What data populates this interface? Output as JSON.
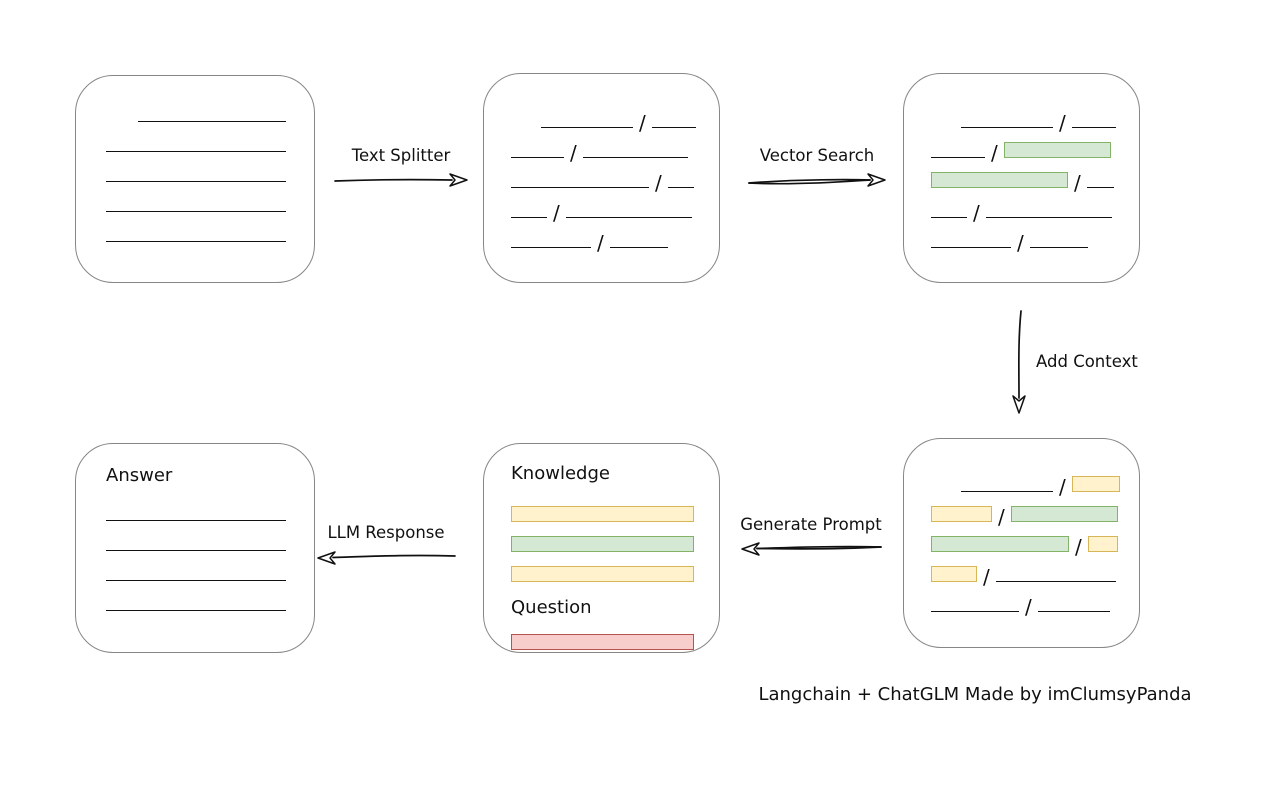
{
  "caption": "Langchain + ChatGLM Made by imClumsyPanda",
  "arrows": {
    "text_splitter": {
      "label": "Text Splitter"
    },
    "vector_search": {
      "label": "Vector Search"
    },
    "add_context": {
      "label": "Add Context"
    },
    "generate_prompt": {
      "label": "Generate Prompt"
    },
    "llm_response": {
      "label": "LLM Response"
    }
  },
  "colors": {
    "line": "#111111",
    "box_border": "#868686",
    "green_fill": "#d5e8d4",
    "green_border": "#82b366",
    "yellow_fill": "#fff2cc",
    "yellow_border": "#d6b656",
    "red_fill": "#f8cecc",
    "red_border": "#b85450"
  },
  "boxes": {
    "document": {
      "rows": [
        [
          {
            "t": "indent",
            "w": 32
          },
          {
            "t": "line",
            "w": 148
          }
        ],
        [
          {
            "t": "line",
            "w": 180
          }
        ],
        [
          {
            "t": "line",
            "w": 180
          }
        ],
        [
          {
            "t": "line",
            "w": 180
          }
        ],
        [
          {
            "t": "line",
            "w": 180
          }
        ]
      ]
    },
    "chunks": {
      "rows": [
        [
          {
            "t": "indent",
            "w": 30
          },
          {
            "t": "line",
            "w": 92
          },
          {
            "t": "slash"
          },
          {
            "t": "line",
            "w": 44
          }
        ],
        [
          {
            "t": "line",
            "w": 53
          },
          {
            "t": "slash"
          },
          {
            "t": "line",
            "w": 105
          }
        ],
        [
          {
            "t": "line",
            "w": 138
          },
          {
            "t": "slash"
          },
          {
            "t": "line",
            "w": 26
          }
        ],
        [
          {
            "t": "line",
            "w": 36
          },
          {
            "t": "slash"
          },
          {
            "t": "line",
            "w": 126
          }
        ],
        [
          {
            "t": "line",
            "w": 80
          },
          {
            "t": "slash"
          },
          {
            "t": "line",
            "w": 58
          }
        ]
      ]
    },
    "matched": {
      "rows": [
        [
          {
            "t": "indent",
            "w": 30
          },
          {
            "t": "line",
            "w": 92
          },
          {
            "t": "slash"
          },
          {
            "t": "line",
            "w": 44
          }
        ],
        [
          {
            "t": "line",
            "w": 54
          },
          {
            "t": "slash"
          },
          {
            "t": "green",
            "w": 107
          }
        ],
        [
          {
            "t": "green",
            "w": 137
          },
          {
            "t": "slash"
          },
          {
            "t": "line",
            "w": 27
          }
        ],
        [
          {
            "t": "line",
            "w": 36
          },
          {
            "t": "slash"
          },
          {
            "t": "line",
            "w": 126
          }
        ],
        [
          {
            "t": "line",
            "w": 80
          },
          {
            "t": "slash"
          },
          {
            "t": "line",
            "w": 58
          }
        ]
      ]
    },
    "context": {
      "rows": [
        [
          {
            "t": "indent",
            "w": 30
          },
          {
            "t": "line",
            "w": 92
          },
          {
            "t": "slash"
          },
          {
            "t": "yellow",
            "w": 48
          }
        ],
        [
          {
            "t": "yellow",
            "w": 61
          },
          {
            "t": "slash"
          },
          {
            "t": "green",
            "w": 107
          }
        ],
        [
          {
            "t": "green",
            "w": 138
          },
          {
            "t": "slash"
          },
          {
            "t": "yellow",
            "w": 30
          }
        ],
        [
          {
            "t": "yellow",
            "w": 46
          },
          {
            "t": "slash"
          },
          {
            "t": "line",
            "w": 120
          }
        ],
        [
          {
            "t": "line",
            "w": 88
          },
          {
            "t": "slash"
          },
          {
            "t": "line",
            "w": 72
          }
        ]
      ]
    },
    "prompt": {
      "knowledge_label": "Knowledge",
      "question_label": "Question",
      "knowledge_rows": [
        [
          {
            "t": "yellow",
            "w": 183
          }
        ],
        [
          {
            "t": "green",
            "w": 183
          }
        ],
        [
          {
            "t": "yellow",
            "w": 183
          }
        ]
      ],
      "question_rows": [
        [
          {
            "t": "red",
            "w": 183
          }
        ]
      ]
    },
    "answer": {
      "label": "Answer",
      "rows": [
        [
          {
            "t": "line",
            "w": 180
          }
        ],
        [
          {
            "t": "line",
            "w": 180
          }
        ],
        [
          {
            "t": "line",
            "w": 180
          }
        ],
        [
          {
            "t": "line",
            "w": 180
          }
        ]
      ]
    }
  }
}
